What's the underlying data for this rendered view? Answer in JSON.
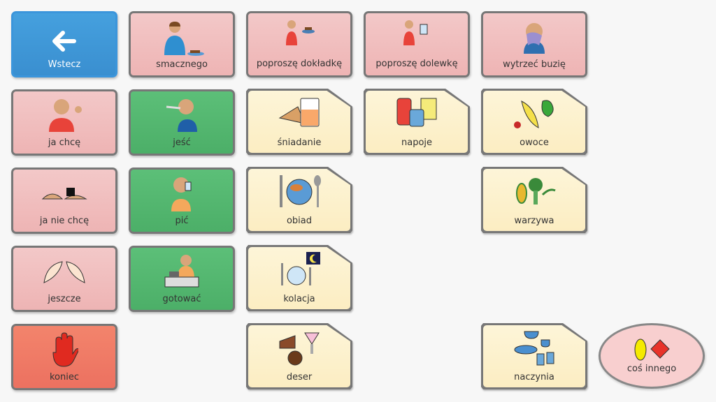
{
  "buttons": {
    "back": "Wstecz",
    "smacznego": "smacznego",
    "dokladka": "poproszę dokładkę",
    "dolewka": "poproszę dolewkę",
    "wytrzec": "wytrzeć buzię",
    "ja_chce": "ja chcę",
    "jesc": "jeść",
    "ja_nie_chce": "ja nie chcę",
    "pic": "pić",
    "jeszcze": "jeszcze",
    "gotowac": "gotować",
    "koniec": "koniec",
    "cos_innego": "coś innego"
  },
  "folders": {
    "sniadanie": "śniadanie",
    "napoje": "napoje",
    "owoce": "owoce",
    "obiad": "obiad",
    "warzywa": "warzywa",
    "kolacja": "kolacja",
    "deser": "deser",
    "naczynia": "naczynia"
  },
  "colors": {
    "back": "#3d96d6",
    "phrase": "#f0c0c0",
    "verb": "#56b870",
    "stop": "#f07a66",
    "folder": "#fdf2cf",
    "other": "#f8cfcf"
  }
}
